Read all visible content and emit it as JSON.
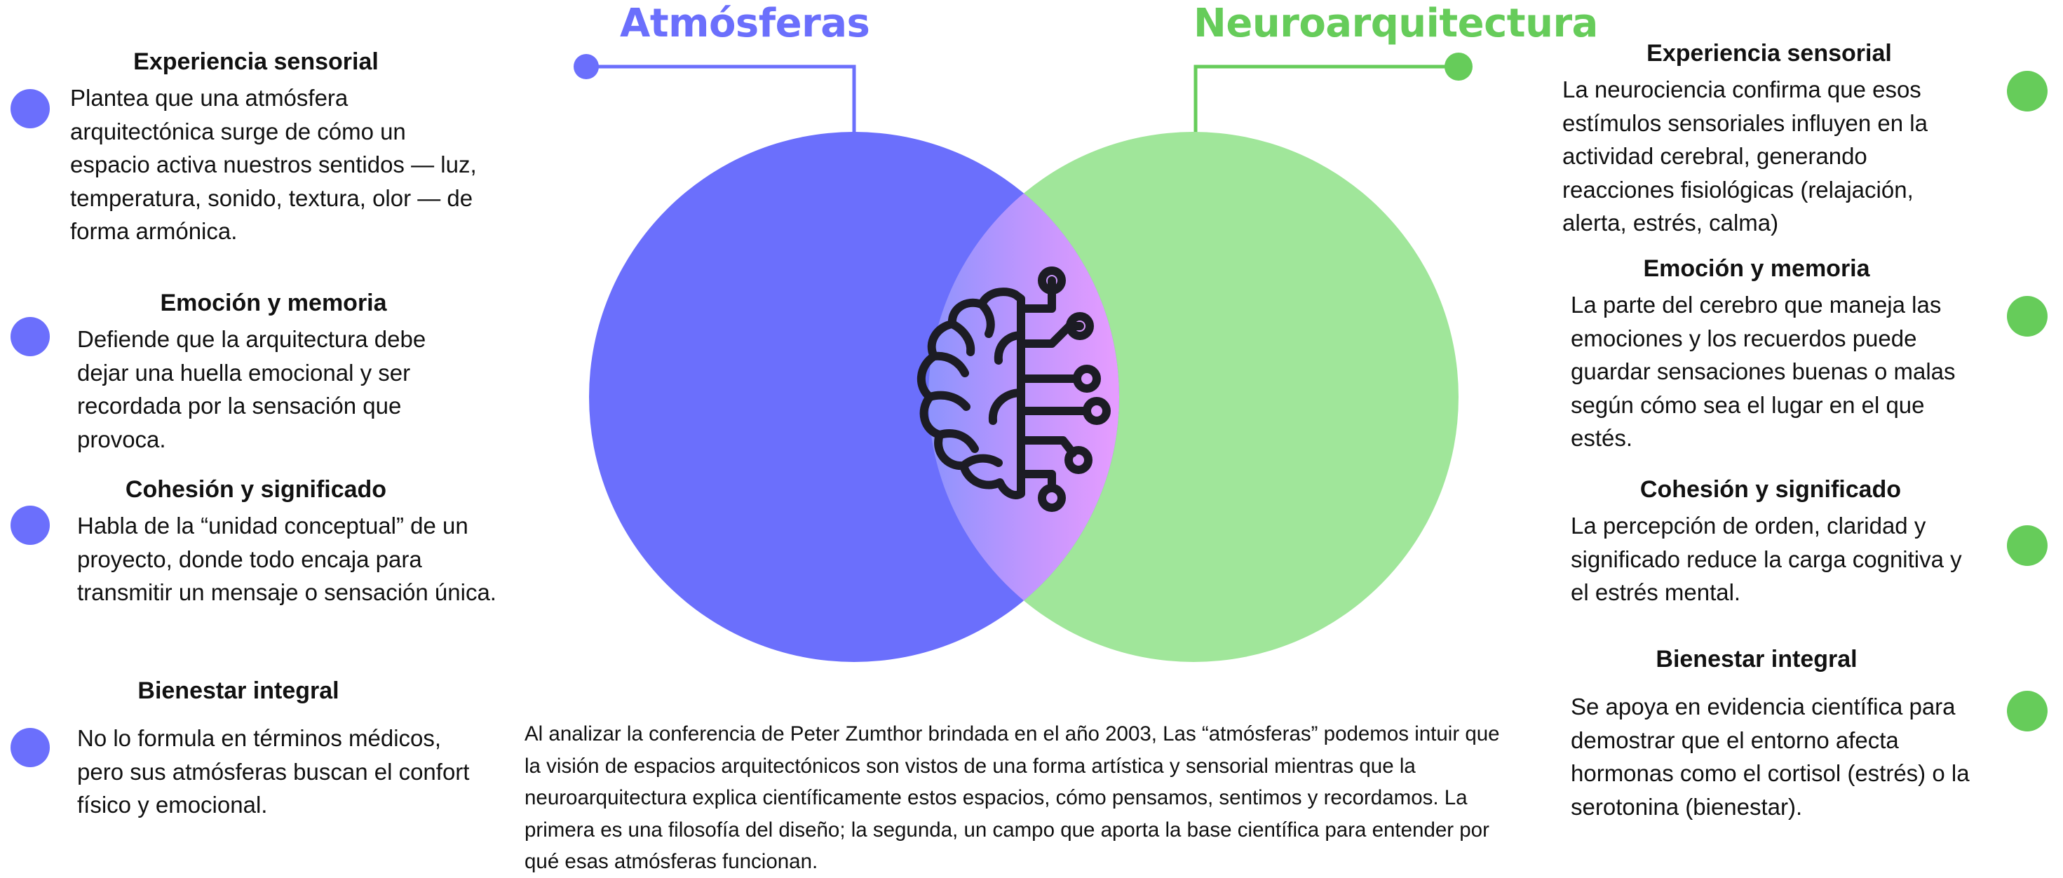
{
  "titles": {
    "left": "Atmósferas",
    "right": "Neuroarquitectura"
  },
  "colors": {
    "purple": "#6b6ffc",
    "green": "#66cc5a",
    "circle_right_fill": "#a0e69a",
    "overlap_gradient_start": "#8f93fd",
    "overlap_gradient_end": "#e59cff",
    "icon": "#1c1c24"
  },
  "center_icon": "brain-circuit-icon",
  "left_items": [
    {
      "heading": "Experiencia sensorial",
      "body": "Plantea que una atmósfera arquitectónica surge de cómo un espacio activa nuestros sentidos — luz, temperatura, sonido, textura, olor — de forma armónica."
    },
    {
      "heading": "Emoción y memoria",
      "body": "Defiende que la arquitectura debe dejar una huella emocional y ser recordada por la sensación que provoca."
    },
    {
      "heading": "Cohesión y significado",
      "body": "Habla de la “unidad conceptual” de un proyecto, donde todo encaja para transmitir un mensaje o sensación única."
    },
    {
      "heading": "Bienestar integral",
      "body": "No lo formula en términos médicos, pero sus atmósferas buscan el confort físico y emocional."
    }
  ],
  "right_items": [
    {
      "heading": "Experiencia sensorial",
      "body": "La neurociencia confirma que esos estímulos sensoriales influyen en la actividad cerebral, generando reacciones fisiológicas (relajación, alerta, estrés, calma)"
    },
    {
      "heading": "Emoción y memoria",
      "body": "La parte del cerebro que maneja las emociones y los recuerdos puede guardar sensaciones buenas o malas según cómo sea el lugar en el que estés."
    },
    {
      "heading": "Cohesión y significado",
      "body": "La percepción de orden, claridad y significado reduce la carga cognitiva y el estrés mental."
    },
    {
      "heading": "Bienestar integral",
      "body": "Se apoya en evidencia científica para demostrar que el entorno afecta hormonas como el cortisol (estrés) o la serotonina (bienestar)."
    }
  ],
  "summary": "Al analizar la conferencia de Peter Zumthor brindada en el año 2003, Las “atmósferas” podemos intuir  que la visión de espacios arquitectónicos son vistos de una forma  artística y sensorial mientras que la  neuroarquitectura explica científicamente estos espacios, cómo pensamos, sentimos y recordamos. La primera es una filosofía del diseño; la segunda, un campo que aporta la base científica para entender por qué esas atmósferas funcionan."
}
